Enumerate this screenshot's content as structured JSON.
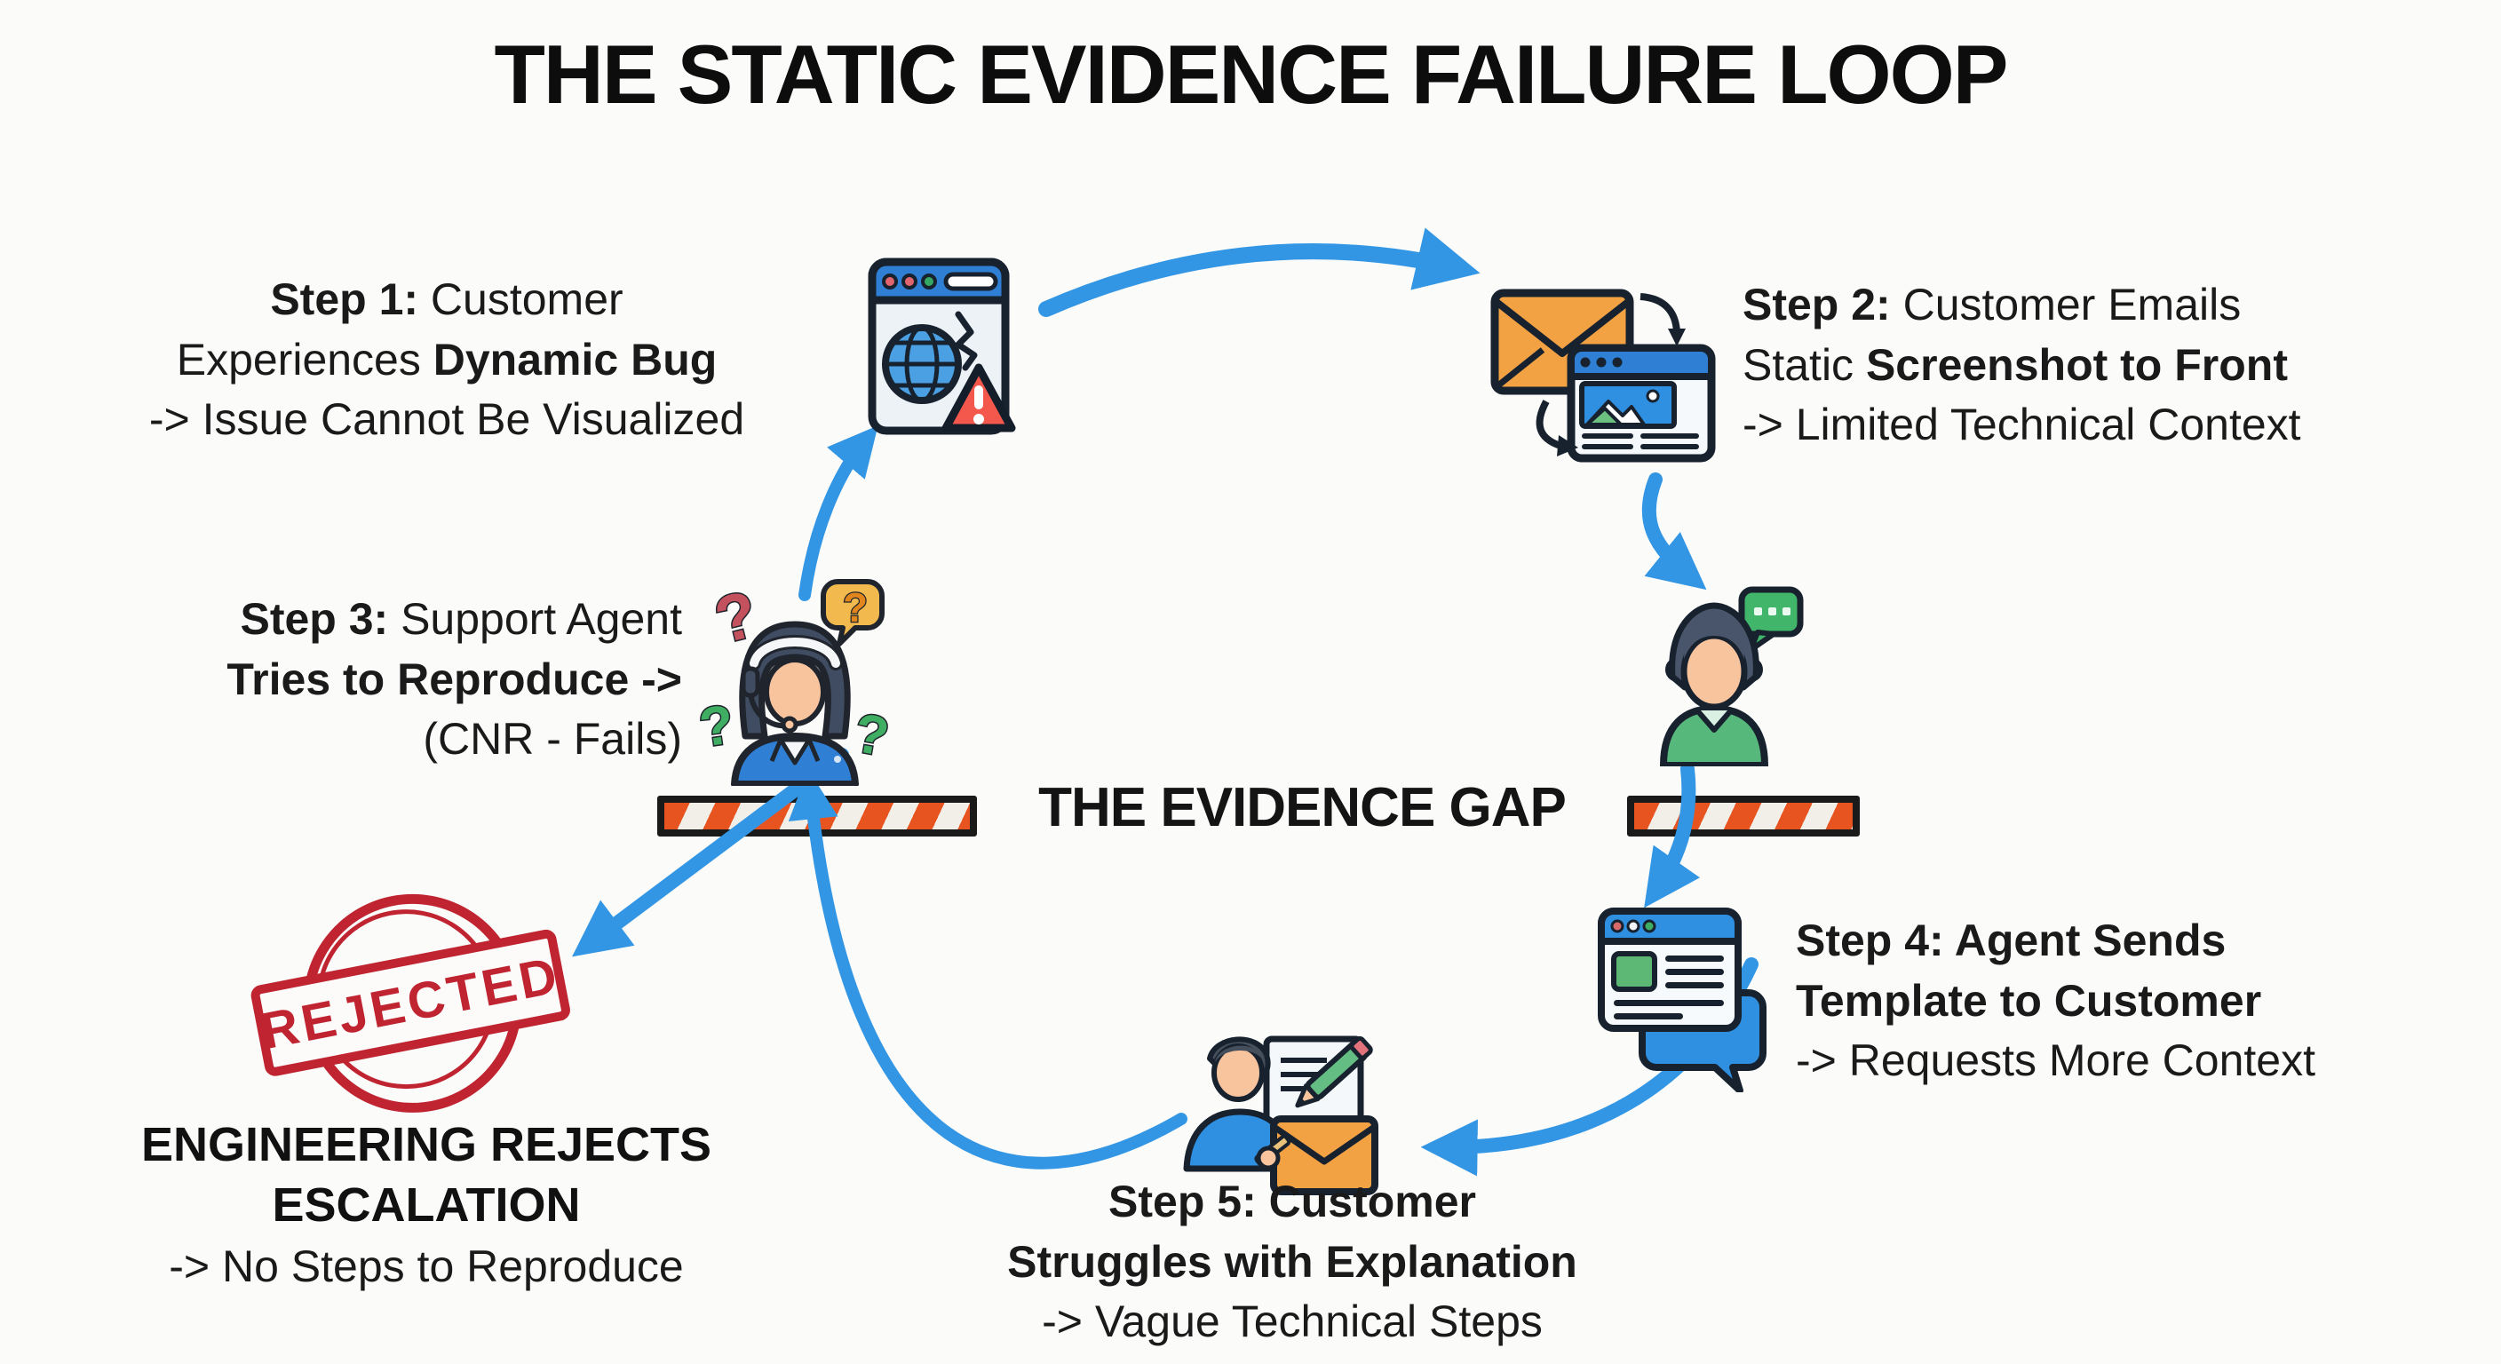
{
  "title": "THE STATIC EVIDENCE FAILURE LOOP",
  "banner": {
    "label": "THE EVIDENCE GAP"
  },
  "steps": [
    {
      "name": "step-1",
      "lines": [
        {
          "parts": [
            {
              "t": "Step 1:",
              "b": true
            },
            {
              "t": " Customer",
              "b": false
            }
          ]
        },
        {
          "parts": [
            {
              "t": "Experiences ",
              "b": false
            },
            {
              "t": "Dynamic Bug",
              "b": true
            }
          ]
        },
        {
          "parts": [
            {
              "t": "-> Issue Cannot Be Visualized",
              "b": false
            }
          ]
        }
      ]
    },
    {
      "name": "step-2",
      "lines": [
        {
          "parts": [
            {
              "t": "Step 2:",
              "b": true
            },
            {
              "t": " Customer Emails",
              "b": false
            }
          ]
        },
        {
          "parts": [
            {
              "t": "Static ",
              "b": false
            },
            {
              "t": "Screenshot to Front",
              "b": true
            }
          ]
        },
        {
          "parts": [
            {
              "t": "-> Limited Technical Context",
              "b": false
            }
          ]
        }
      ]
    },
    {
      "name": "step-3",
      "lines": [
        {
          "parts": [
            {
              "t": "Step 3:",
              "b": true
            },
            {
              "t": " Support Agent",
              "b": false
            }
          ]
        },
        {
          "parts": [
            {
              "t": "Tries to Reproduce ->",
              "b": true
            }
          ]
        },
        {
          "parts": [
            {
              "t": "(CNR - Fails)",
              "b": false
            }
          ]
        }
      ]
    },
    {
      "name": "step-4",
      "lines": [
        {
          "parts": [
            {
              "t": "Step 4: Agent Sends",
              "b": true
            }
          ]
        },
        {
          "parts": [
            {
              "t": "Template to Customer",
              "b": true
            }
          ]
        },
        {
          "parts": [
            {
              "t": "-> Requests More Context",
              "b": false
            }
          ]
        }
      ]
    },
    {
      "name": "step-5",
      "lines": [
        {
          "parts": [
            {
              "t": "Step 5: Customer",
              "b": true
            }
          ]
        },
        {
          "parts": [
            {
              "t": "Struggles with Explanation",
              "b": true
            }
          ]
        },
        {
          "parts": [
            {
              "t": "-> Vague Technical Steps",
              "b": false
            }
          ]
        }
      ]
    }
  ],
  "rejection": {
    "stamp": "REJECTED",
    "lines": [
      "ENGINEERING REJECTS",
      "ESCALATION",
      "-> No Steps to Reproduce"
    ]
  },
  "icons": {
    "step1": "broken-website-warning-icon",
    "step2": "email-screenshot-exchange-icon",
    "customer_reply": "customer-speech-bubble-icon",
    "step3": "support-agent-headset-questions-icon",
    "step4": "template-document-chat-icon",
    "step5": "customer-writing-email-icon",
    "barrier": "construction-barrier",
    "stamp": "rejected-stamp"
  },
  "colors": {
    "arrow_blue": "#3296e4",
    "barrier_stripe": "#e85420",
    "barrier_border": "#1a1a1a",
    "stamp_red": "#bf2430",
    "header_blue": "#2f7fd4",
    "envelope_orange": "#f2a242",
    "bubble_green": "#41b56a",
    "text": "#121212",
    "background": "#fbfbfa"
  }
}
